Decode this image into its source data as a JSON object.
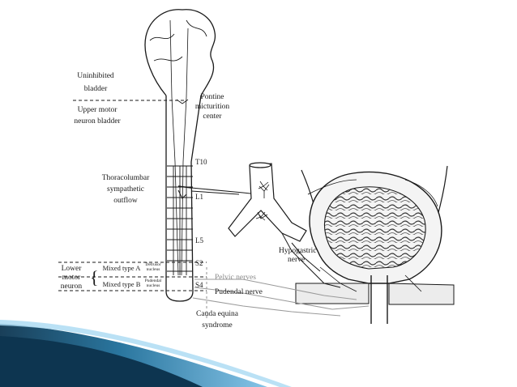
{
  "labels": {
    "uninhibited": [
      "Uninhibited",
      "bladder"
    ],
    "upper_motor": [
      "Upper motor",
      "neuron bladder"
    ],
    "pontine": [
      "Pontine",
      "micturition",
      "center"
    ],
    "thoracolumbar": [
      "Thoracolumbar",
      "sympathetic",
      "outflow"
    ],
    "lower_motor": [
      "Lower",
      "motor",
      "neuron"
    ],
    "mixed_a": "Mixed type A",
    "mixed_b": "Mixed type B",
    "detrusor": [
      "Detrusor",
      "nucleus"
    ],
    "pudendal_nucleus": [
      "Pudendal",
      "nucleus"
    ],
    "pelvic_nerves": "Pelvic nerves",
    "pudendal_nerve": "Pudendal nerve",
    "cauda": [
      "Cauda equina",
      "syndrome"
    ],
    "hypogastric": [
      "Hypogastric",
      "nerve"
    ]
  },
  "segments": [
    "T10",
    "L1",
    "L5",
    "S2",
    "S4"
  ],
  "colors": {
    "line": "#1a1a1a",
    "grey_text": "#8a8a8a",
    "accent_dark": "#0d3550",
    "accent_mid": "#1f6f9a",
    "accent_light": "#7fc1e6"
  }
}
